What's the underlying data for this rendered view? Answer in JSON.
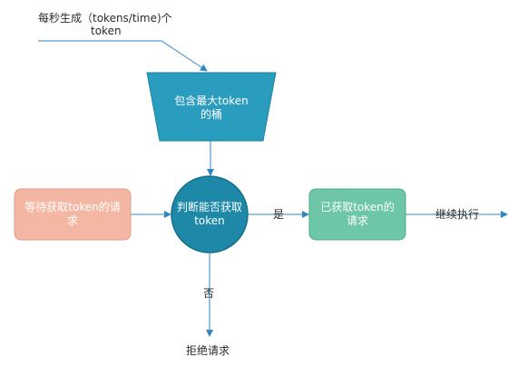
{
  "colors": {
    "bucket": "#2a9cbd",
    "decision": "#1e88a8",
    "decision_border": "#14708c",
    "waiting": "#f4b7a4",
    "waiting_border": "#e39c87",
    "acquired": "#6cc6a7",
    "acquired_border": "#50ae8e",
    "arrow": "#2f86c0",
    "text_dark": "#2b2b2b",
    "text_light": "#ffffff"
  },
  "labels": {
    "rate_line1": "每秒生成（tokens/time)个",
    "rate_line2": "token",
    "yes": "是",
    "no": "否",
    "continue": "继续执行",
    "reject": "拒绝请求"
  },
  "nodes": {
    "bucket": {
      "line1": "包含最大token",
      "line2": "的桶"
    },
    "waiting": {
      "line1": "等待获取token的请",
      "line2": "求"
    },
    "decision": {
      "line1": "判断能否获取",
      "line2": "token"
    },
    "acquired": {
      "line1": "已获取token的",
      "line2": "请求"
    }
  }
}
